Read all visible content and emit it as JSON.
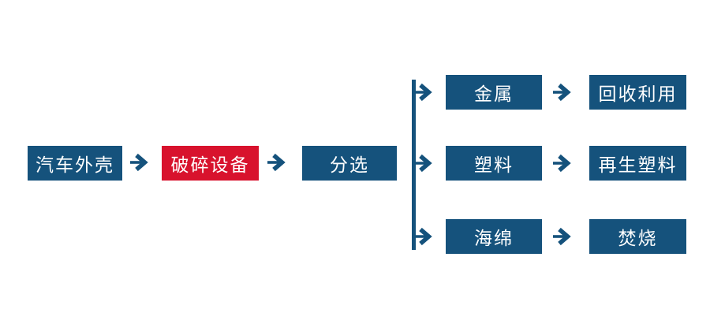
{
  "colors": {
    "blue": "#15527C",
    "red": "#D8122D",
    "bg": "#FFFFFF",
    "text": "#FFFFFF"
  },
  "flow": {
    "main": [
      {
        "label": "汽车外壳",
        "variant": "blue"
      },
      {
        "label": "破碎设备",
        "variant": "red"
      },
      {
        "label": "分选",
        "variant": "blue"
      }
    ],
    "branches": [
      {
        "material": "金属",
        "destination": "回收利用"
      },
      {
        "material": "塑料",
        "destination": "再生塑料"
      },
      {
        "material": "海绵",
        "destination": "焚烧"
      }
    ]
  }
}
